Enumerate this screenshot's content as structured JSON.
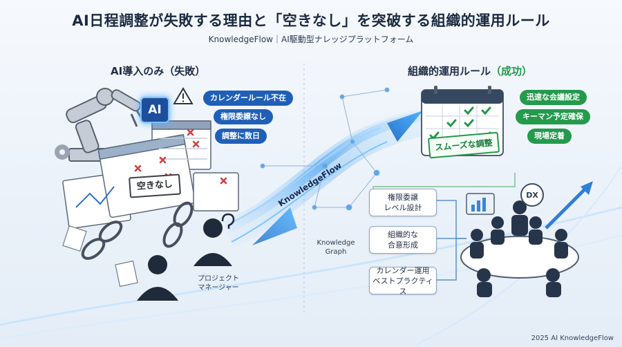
{
  "header": {
    "title": "AI日程調整が失敗する理由と「空きなし」を突破する組織的運用ルール",
    "subtitle": "KnowledgeFlow｜AI駆動型ナレッジプラットフォーム"
  },
  "left": {
    "heading": "AI導入のみ（失敗）",
    "ai_badge": "AI",
    "problems": [
      "カレンダールール不在",
      "権限委譲なし",
      "調整に数日"
    ],
    "stamp": "空きなし",
    "pm_label": "プロジェクト\nマネージャー"
  },
  "center": {
    "flow_label": "KnowledgeFlow",
    "graph_label": "Knowledge\nGraph"
  },
  "right": {
    "heading_main": "組織的運用ルール",
    "heading_status": "（成功）",
    "results": [
      "迅速な会議設定",
      "キーマン予定確保",
      "現場定着"
    ],
    "stamp": "スムーズな調整",
    "rules": [
      "権限委譲\nレベル設計",
      "組織的な\n合意形成",
      "カレンダー運用\nベストプラクティス"
    ],
    "dx_label": "DX"
  },
  "footer": {
    "copyright": "2025 AI KnowledgeFlow"
  },
  "colors": {
    "accent_blue": "#1f5fb8",
    "success_green": "#249a4c",
    "error_red": "#d63a3a",
    "navy": "#1b2a40"
  }
}
